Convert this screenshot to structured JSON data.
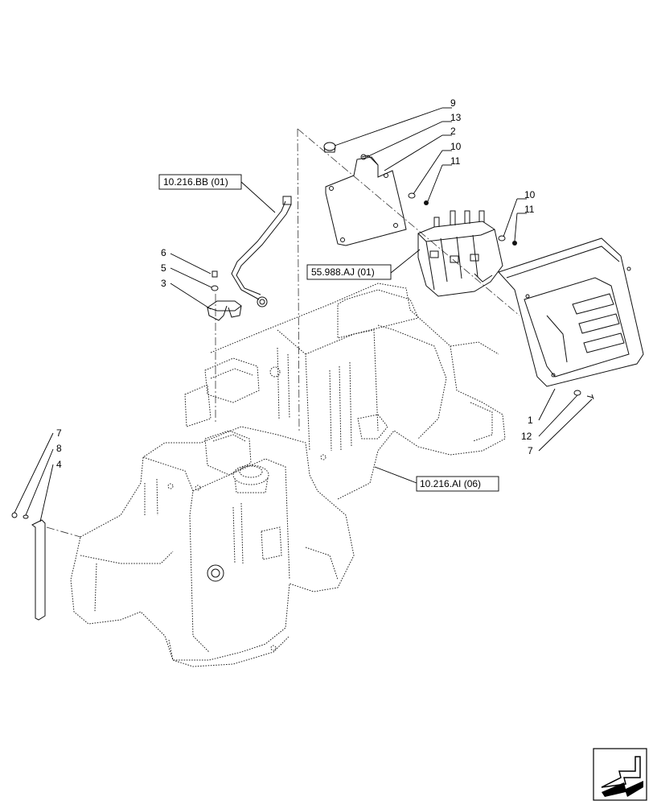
{
  "diagram": {
    "callouts": [
      {
        "id": "c9",
        "label": "9"
      },
      {
        "id": "c13",
        "label": "13"
      },
      {
        "id": "c2",
        "label": "2"
      },
      {
        "id": "c10a",
        "label": "10"
      },
      {
        "id": "c11a",
        "label": "11"
      },
      {
        "id": "c10b",
        "label": "10"
      },
      {
        "id": "c11b",
        "label": "11"
      },
      {
        "id": "c6",
        "label": "6"
      },
      {
        "id": "c5",
        "label": "5"
      },
      {
        "id": "c3",
        "label": "3"
      },
      {
        "id": "c1",
        "label": "1"
      },
      {
        "id": "c12",
        "label": "12"
      },
      {
        "id": "c7a",
        "label": "7"
      },
      {
        "id": "c7b",
        "label": "7"
      },
      {
        "id": "c8",
        "label": "8"
      },
      {
        "id": "c4",
        "label": "4"
      }
    ],
    "references": {
      "hose": "10.216.BB (01)",
      "valve": "55.988.AJ (01)",
      "tank": "10.216.AI (06)"
    },
    "nav_icon": "previous-page-arrow-icon"
  }
}
